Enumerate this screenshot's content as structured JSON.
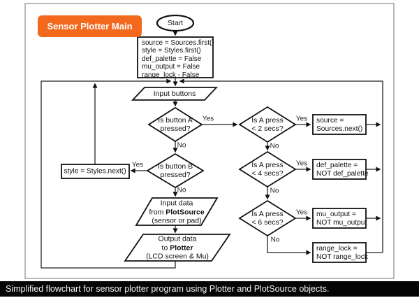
{
  "badge": {
    "label": "Sensor Plotter Main"
  },
  "caption": {
    "text": "Simplified flowchart for sensor plotter program using Plotter and PlotSource objects."
  },
  "colors": {
    "badge_bg": "#f2691d",
    "caption_bg": "#050505",
    "shape_stroke": "#111111",
    "frame_border": "#8a8a8a"
  },
  "flowchart": {
    "start": {
      "label": "Start"
    },
    "init_box": {
      "lines": [
        "source = Sources.first()",
        "style = Styles.first()",
        "def_palette = False",
        "mu_output = False",
        "range_lock - False"
      ]
    },
    "input_buttons": {
      "label": "Input buttons"
    },
    "is_button_a": {
      "line1": "Is button A",
      "line2": "pressed?"
    },
    "is_button_b": {
      "line1": "Is button B",
      "line2": "pressed?"
    },
    "style_next": {
      "label": "style = Styles.next()"
    },
    "input_data": {
      "line1": "Input data",
      "line2_pre": "from",
      "line2_bold": "PlotSource",
      "line3": "(sensor or pad)"
    },
    "output_data": {
      "line1": "Output data",
      "line2_pre": "to",
      "line2_bold": "Plotter",
      "line3": "(LCD screen & Mu)"
    },
    "press_2": {
      "line1": "Is A press",
      "line2": "< 2 secs?"
    },
    "press_4": {
      "line1": "Is A press",
      "line2": "< 4 secs?"
    },
    "press_6": {
      "line1": "Is A press",
      "line2": "< 6 secs?"
    },
    "source_next": {
      "line1": "source =",
      "line2": "Sources.next()"
    },
    "def_palette": {
      "line1": "def_palette =",
      "line2": "NOT def_palette"
    },
    "mu_output": {
      "line1": "mu_output =",
      "line2": "NOT mu_output"
    },
    "range_lock": {
      "line1": "range_lock =",
      "line2": "NOT range_lock"
    },
    "labels": {
      "yes": "Yes",
      "no": "No"
    }
  }
}
